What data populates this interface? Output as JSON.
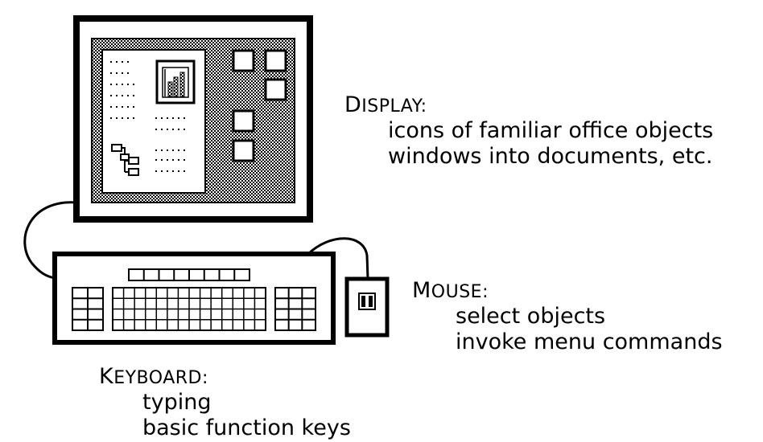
{
  "labels": {
    "display": {
      "head_initial": "D",
      "head_rest": "ISPLAY:",
      "lines": [
        "icons of familiar  office objects",
        "windows into documents, etc."
      ]
    },
    "mouse": {
      "head_initial": "M",
      "head_rest": "OUSE:",
      "lines": [
        "select objects",
        "invoke menu commands"
      ]
    },
    "keyboard": {
      "head_initial": "K",
      "head_rest": "EYBOARD:",
      "lines": [
        "typing",
        "basic  function keys"
      ]
    }
  },
  "icons": [
    "monitor-icon",
    "keyboard-icon",
    "mouse-icon",
    "document-window-icon",
    "bar-chart-icon",
    "hierarchy-chart-icon"
  ],
  "colors": {
    "ink": "#000000",
    "paper": "#ffffff"
  }
}
